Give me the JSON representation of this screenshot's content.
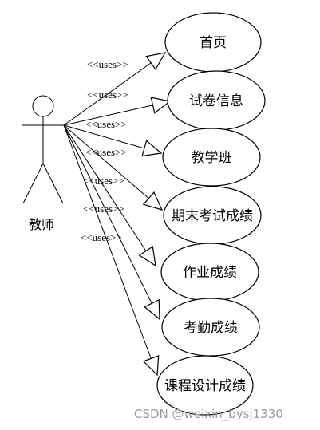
{
  "diagram": {
    "actor": {
      "name": "教师"
    },
    "relation_label": "<<uses>>",
    "use_cases": [
      {
        "label": "首页"
      },
      {
        "label": "试卷信息"
      },
      {
        "label": "教学班"
      },
      {
        "label": "期末考试成绩"
      },
      {
        "label": "作业成绩"
      },
      {
        "label": "考勤成绩"
      },
      {
        "label": "课程设计成绩"
      }
    ]
  },
  "watermark": "CSDN @weixin_bysj1330"
}
